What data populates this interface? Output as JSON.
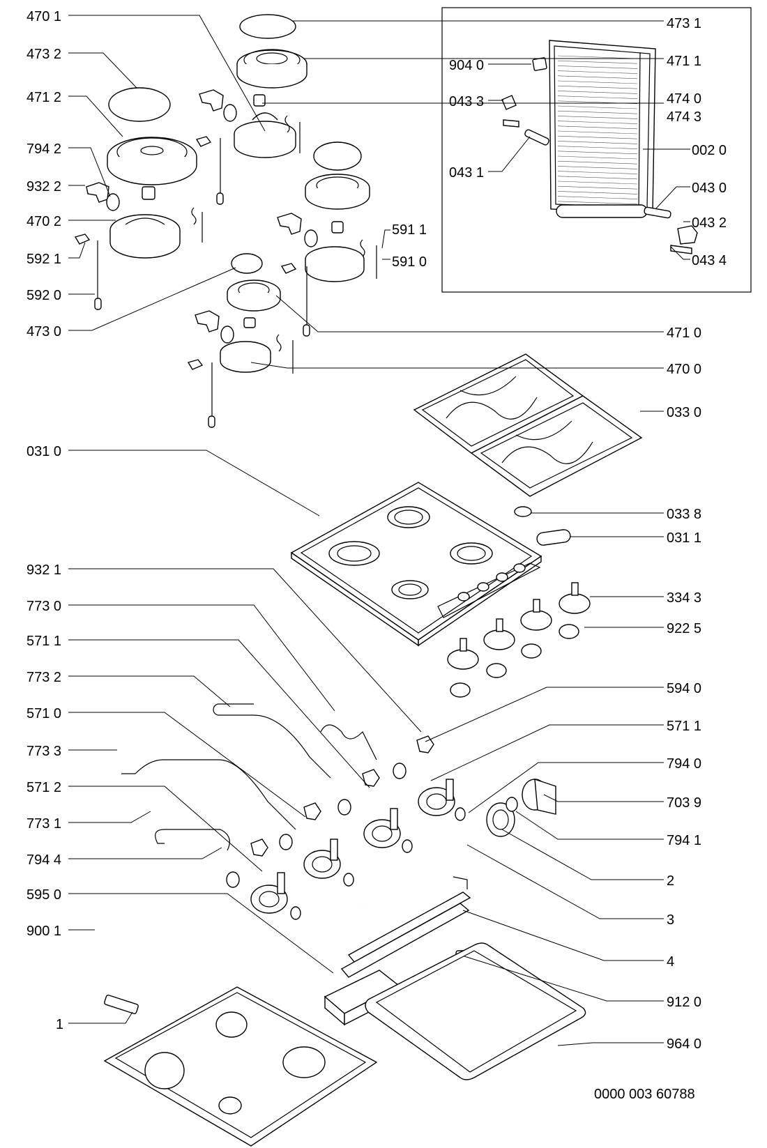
{
  "labels": {
    "l4701": "470 1",
    "l4731": "473 1",
    "l4732": "473 2",
    "l4711": "471 1",
    "l4712": "471 2",
    "l4740": "474 0",
    "l4743": "474 3",
    "l7942": "794 2",
    "l9322": "932 2",
    "l4702": "470 2",
    "l5911": "591 1",
    "l5921": "592 1",
    "l5910": "591 0",
    "l5920": "592 0",
    "l4730": "473 0",
    "l4710": "471 0",
    "l4700": "470 0",
    "l9040": "904 0",
    "l0433": "043 3",
    "l0020": "002 0",
    "l0431": "043 1",
    "l0430": "043 0",
    "l0432": "043 2",
    "l0434": "043 4",
    "l0330": "033 0",
    "l0310": "031 0",
    "l0338": "033 8",
    "l0311": "031 1",
    "l9321": "932 1",
    "l3343": "334 3",
    "l7730": "773 0",
    "l9225": "922 5",
    "l5711a": "571 1",
    "l7732": "773 2",
    "l5940": "594 0",
    "l5710": "571 0",
    "l5711b": "571 1",
    "l7733": "773 3",
    "l7940": "794 0",
    "l7039": "703 9",
    "l5712": "571 2",
    "l7731": "773 1",
    "l7941": "794 1",
    "l7944": "794 4",
    "l2": "2",
    "l5950": "595 0",
    "l3": "3",
    "l9001": "900 1",
    "l4": "4",
    "l9120": "912 0",
    "l1": "1",
    "l9640": "964 0"
  },
  "footer": {
    "drawing_number": "0000 003 60788"
  }
}
